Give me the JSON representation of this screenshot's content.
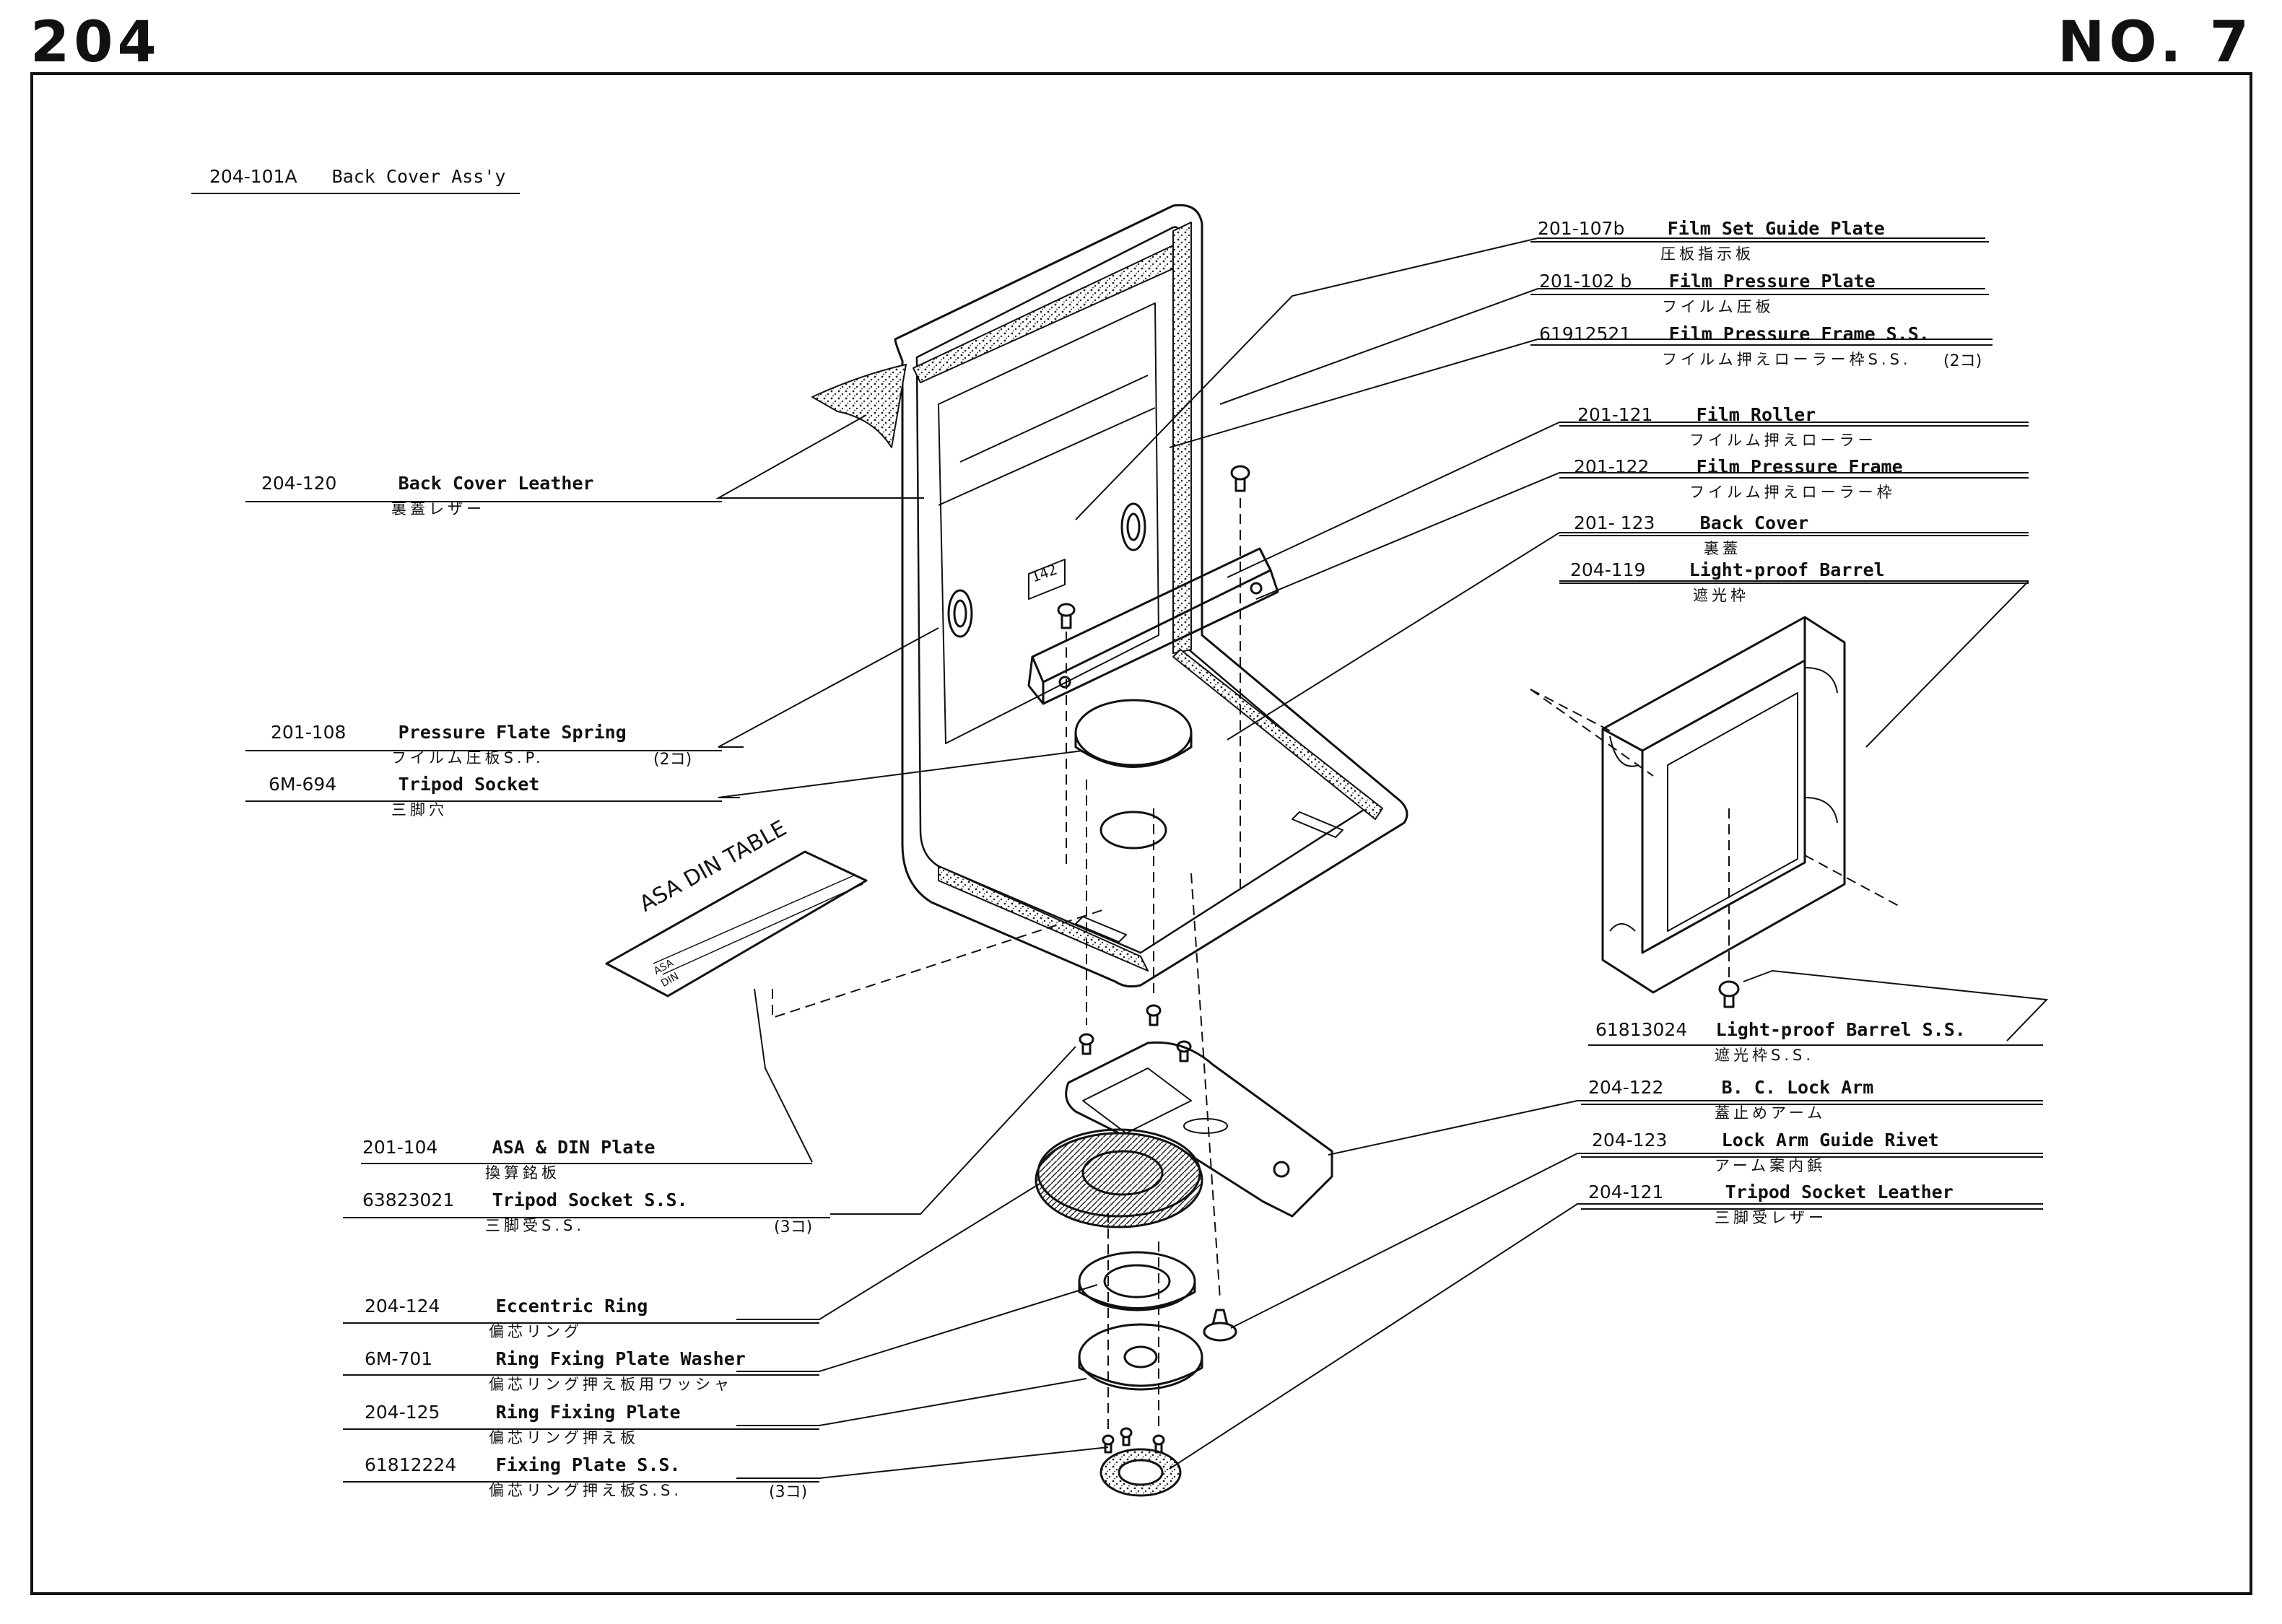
{
  "header": {
    "page": "204",
    "sheet": "NO. 7"
  },
  "assembly": {
    "number": "204-101A",
    "name": "Back Cover Ass'y"
  },
  "parts": [
    {
      "id": "p1",
      "number": "201-107b",
      "name": "Film Set Guide Plate",
      "ja": "圧板指示板",
      "qty": ""
    },
    {
      "id": "p2",
      "number": "201-102 b",
      "name": "Film Pressure Plate",
      "ja": "フイルム圧板",
      "qty": ""
    },
    {
      "id": "p3",
      "number": "61912521",
      "name": "Film Pressure Frame S.S.",
      "ja": "フイルム押えローラー枠S.S.",
      "qty": "(2コ)"
    },
    {
      "id": "p4",
      "number": "201-121",
      "name": "Film Roller",
      "ja": "フイルム押えローラー",
      "qty": ""
    },
    {
      "id": "p5",
      "number": "201-122",
      "name": "Film Pressure Frame",
      "ja": "フイルム押えローラー枠",
      "qty": ""
    },
    {
      "id": "p6",
      "number": "201- 123",
      "name": "Back Cover",
      "ja": "裏蓋",
      "qty": ""
    },
    {
      "id": "p7",
      "number": "204-119",
      "name": "Light-proof Barrel",
      "ja": "遮光枠",
      "qty": ""
    },
    {
      "id": "p8",
      "number": "204-120",
      "name": "Back Cover Leather",
      "ja": "裏蓋レザー",
      "qty": ""
    },
    {
      "id": "p9",
      "number": "201-108",
      "name": "Pressure Flate Spring",
      "ja": "フイルム圧板S.P.",
      "qty": "(2コ)"
    },
    {
      "id": "p10",
      "number": "6M-694",
      "name": "Tripod Socket",
      "ja": "三脚穴",
      "qty": ""
    },
    {
      "id": "p11",
      "number": "61813024",
      "name": "Light-proof Barrel S.S.",
      "ja": "遮光枠S.S.",
      "qty": ""
    },
    {
      "id": "p12",
      "number": "204-122",
      "name": "B. C. Lock Arm",
      "ja": "蓋止めアーム",
      "qty": ""
    },
    {
      "id": "p13",
      "number": "204-123",
      "name": "Lock Arm Guide Rivet",
      "ja": "アーム案内鋲",
      "qty": ""
    },
    {
      "id": "p14",
      "number": "204-121",
      "name": "Tripod Socket Leather",
      "ja": "三脚受レザー",
      "qty": ""
    },
    {
      "id": "p15",
      "number": "201-104",
      "name": "ASA & DIN Plate",
      "ja": "換算銘板",
      "qty": ""
    },
    {
      "id": "p16",
      "number": "63823021",
      "name": "Tripod Socket S.S.",
      "ja": "三脚受S.S.",
      "qty": "(3コ)"
    },
    {
      "id": "p17",
      "number": "204-124",
      "name": "Eccentric Ring",
      "ja": "偏芯リング",
      "qty": ""
    },
    {
      "id": "p18",
      "number": "6M-701",
      "name": "Ring Fxing Plate Washer",
      "ja": "偏芯リング押え板用ワッシャ",
      "qty": ""
    },
    {
      "id": "p19",
      "number": "204-125",
      "name": "Ring Fixing Plate",
      "ja": "偏芯リング押え板",
      "qty": ""
    },
    {
      "id": "p20",
      "number": "61812224",
      "name": "Fixing Plate S.S.",
      "ja": "偏芯リング押え板S.S.",
      "qty": "(3コ)"
    }
  ],
  "asa_table": {
    "title": "ASA DIN TABLE",
    "row1": "ASA",
    "row2": "DIN"
  },
  "plate_marking": "142"
}
